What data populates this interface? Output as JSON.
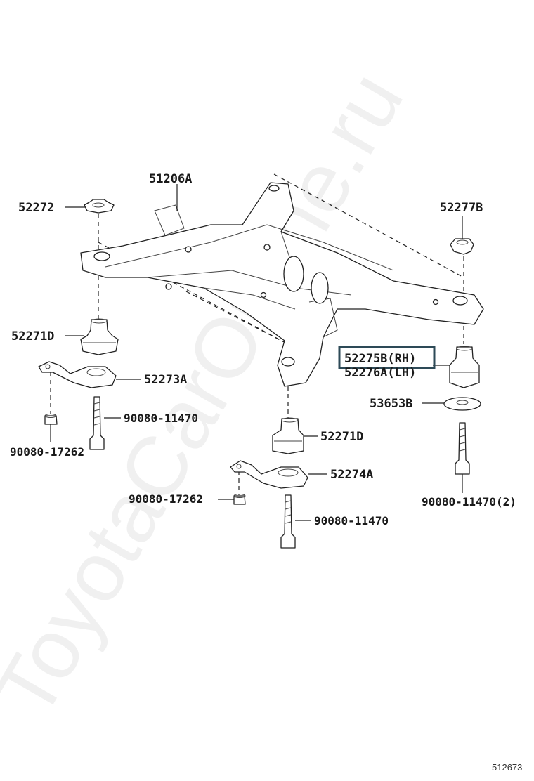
{
  "watermark": "ToyotaCarOnline.ru",
  "diagram_code": "512673",
  "labels": {
    "crossmember": "51206A",
    "upper_stopper_lh": "52272",
    "upper_stopper_rh": "52277B",
    "bushing_lh": "52271D",
    "bushing_center": "52271D",
    "bushing_rh_rh": "52275B(RH)",
    "bushing_rh_lh": "52276A(LH)",
    "retainer_lh": "52273A",
    "retainer_center": "52274A",
    "washer_rh": "53653B",
    "bolt_lh": "90080-11470",
    "bolt_center": "90080-11470",
    "bolt_rh": "90080-11470(2)",
    "nut_lh": "90080-17262",
    "nut_center": "90080-17262"
  },
  "colors": {
    "line": "#222222",
    "highlight": "#2d4a57"
  }
}
